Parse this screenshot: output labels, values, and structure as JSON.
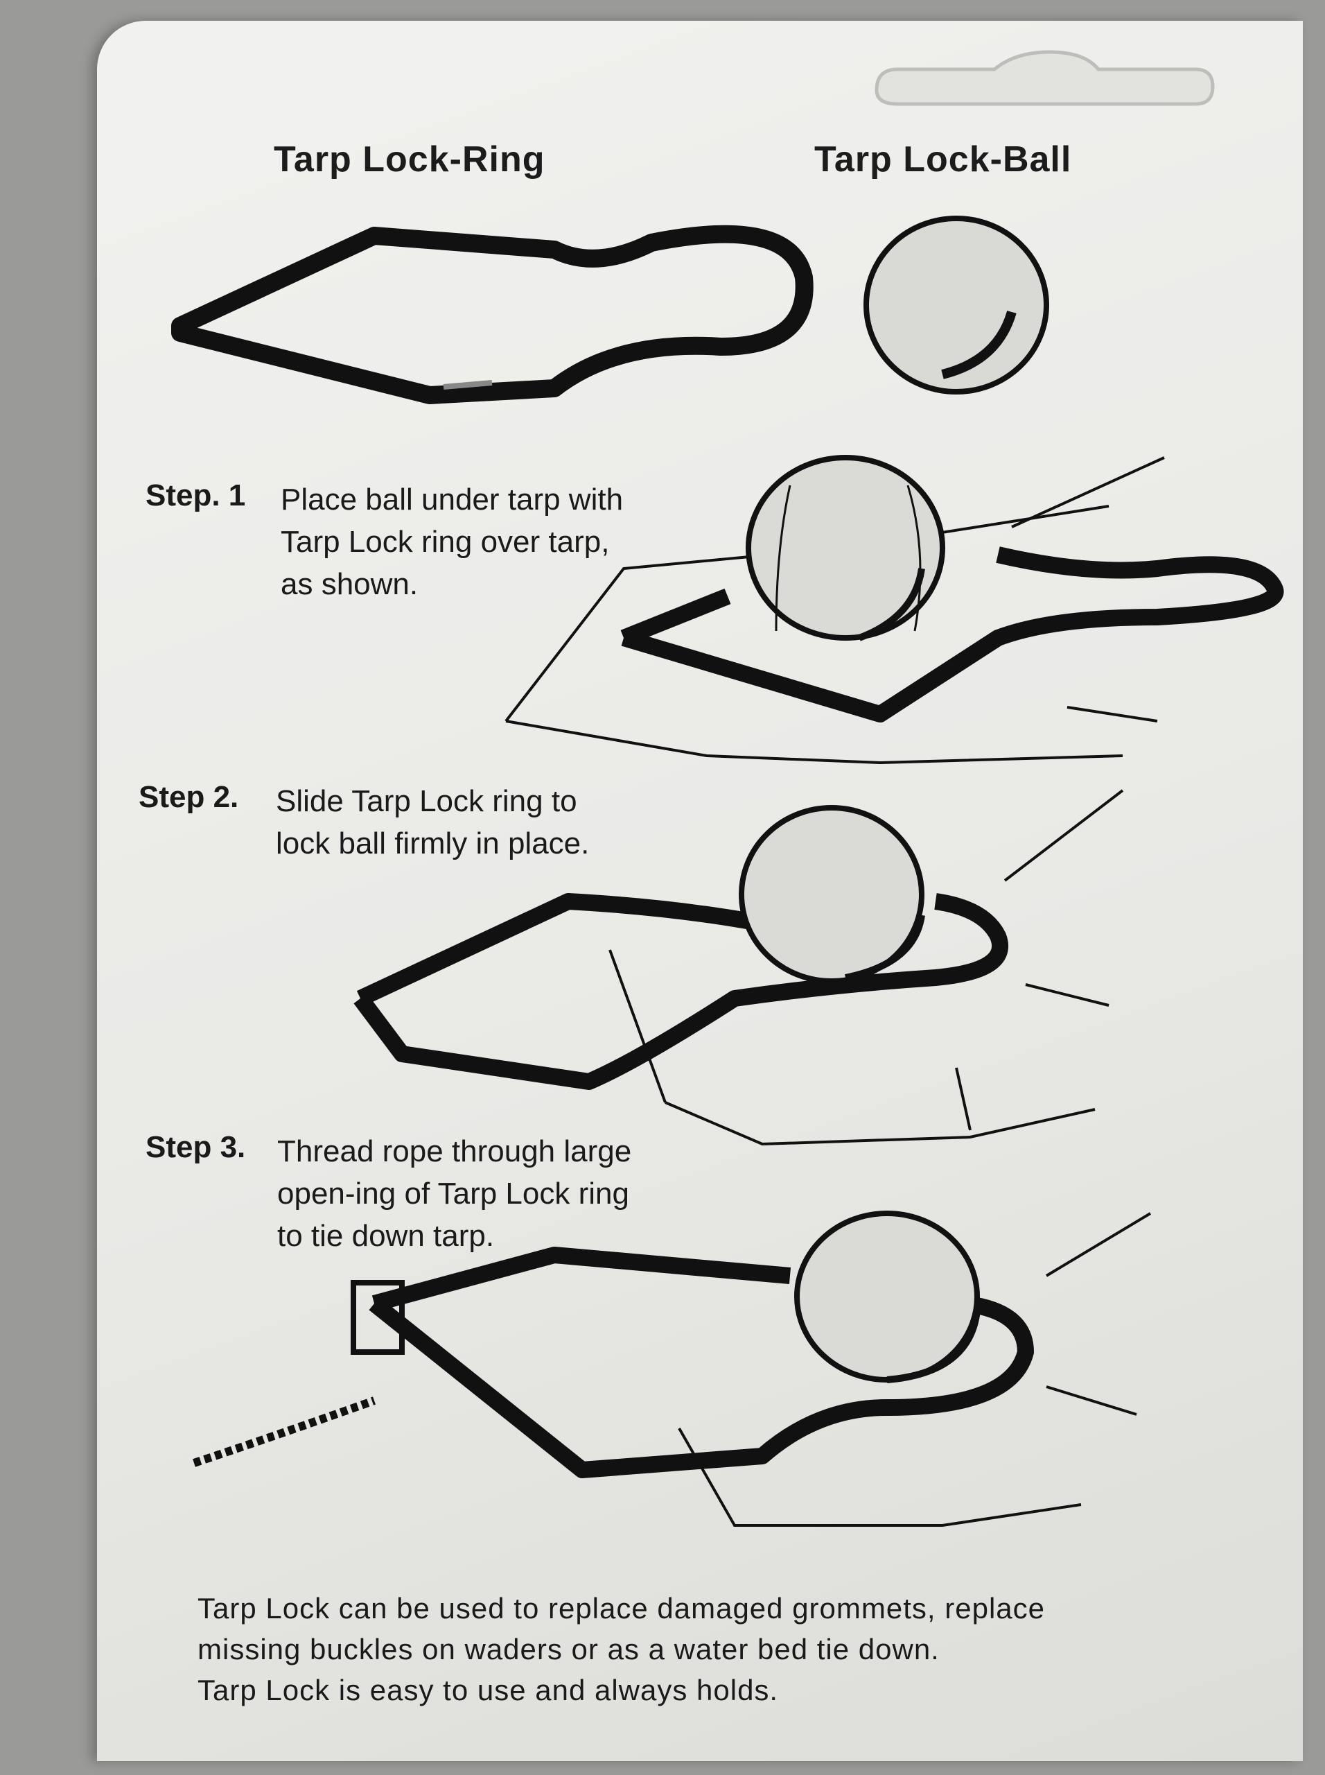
{
  "titles": {
    "ring": "Tarp Lock-Ring",
    "ball": "Tarp Lock-Ball"
  },
  "steps": [
    {
      "label": "Step. 1",
      "text": "Place ball under tarp with Tarp Lock ring over tarp, as shown."
    },
    {
      "label": "Step 2.",
      "text": "Slide Tarp Lock ring to lock ball firmly in place."
    },
    {
      "label": "Step 3.",
      "text": "Thread rope through large open-ing of Tarp Lock ring to tie down tarp."
    }
  ],
  "footer": {
    "line1": "Tarp Lock can be used to replace damaged grommets, replace missing buckles on waders or as a water bed tie down.",
    "line2": "Tarp Lock is easy to use and always holds."
  }
}
